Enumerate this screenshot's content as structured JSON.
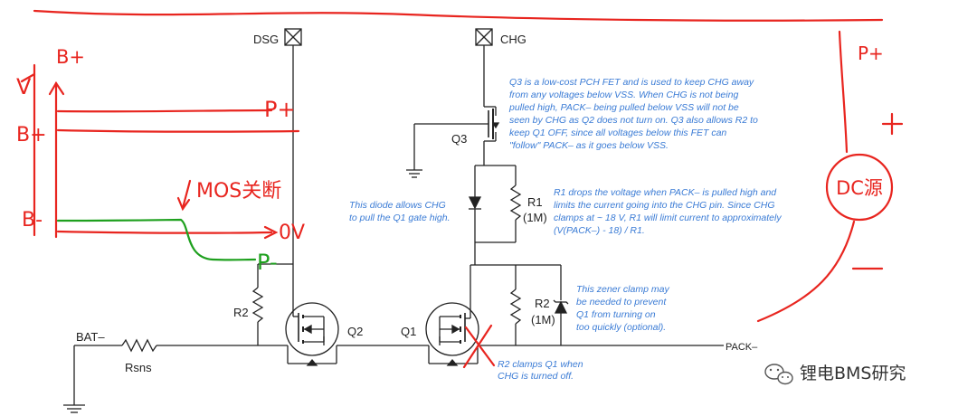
{
  "labels": {
    "dsg": "DSG",
    "chg": "CHG",
    "q1": "Q1",
    "q2": "Q2",
    "q3": "Q3",
    "r1": "R1",
    "r1_value": "(1M)",
    "r2_left": "R2",
    "r2_right": "R2",
    "r2_right_value": "(1M)",
    "rsns": "Rsns",
    "bat_minus": "BAT–",
    "pack_minus": "PACK–"
  },
  "notes": {
    "q3_note": [
      "Q3 is a low-cost PCH FET and is used to keep CHG away",
      "from any voltages below VSS. When CHG is not being",
      "pulled high, PACK–  being pulled below VSS will not be",
      "seen by CHG as Q2 does not turn on. Q3 also allows R2 to",
      "keep Q1 OFF, since all voltages below this FET can",
      "\"follow\" PACK– as it goes below VSS."
    ],
    "diode_note": [
      "This diode allows CHG",
      "to pull the Q1 gate high."
    ],
    "r1_note": [
      "R1 drops the voltage when PACK– is pulled high and",
      "limits the current going into the CHG pin. Since CHG",
      "clamps at ~ 18 V, R1 will limit current to approximately",
      "(V(PACK–) - 18) / R1."
    ],
    "zener_note": [
      "This zener clamp may",
      "be needed to prevent",
      "Q1 from turning on",
      "too quickly (optional)."
    ],
    "r2_note": [
      "R2 clamps Q1 when",
      "CHG is turned off."
    ]
  },
  "annotations": {
    "b_plus_top": "B+",
    "v_axis": "V",
    "b_plus_left": "B+",
    "b_minus": "B-",
    "p_plus_line": "P+",
    "zero_v": "0V",
    "p_minus": "P-",
    "mos_off": "MOS关断",
    "p_plus_right": "P+",
    "plus_sign": "+",
    "dc_source": "DC源",
    "minus_sign": "—"
  },
  "watermark": "锂电BMS研究",
  "colors": {
    "schematic": "#222222",
    "note_text": "#3a7bd5",
    "red_annotation": "#e8251f",
    "green_annotation": "#1ea01e"
  }
}
